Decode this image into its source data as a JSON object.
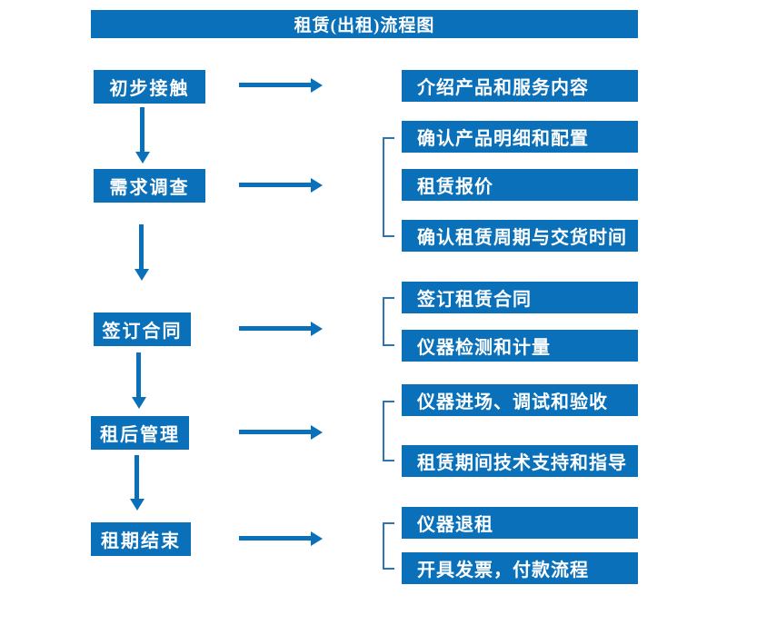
{
  "title": "租赁(出租)流程图",
  "colors": {
    "primary": "#0a70b9",
    "bracket_line": "#2e74b5",
    "text": "#ffffff",
    "background": "#ffffff"
  },
  "stages": [
    {
      "label": "初步接触",
      "outputs": [
        "介绍产品和服务内容"
      ]
    },
    {
      "label": "需求调查",
      "outputs": [
        "确认产品明细和配置",
        "租赁报价",
        "确认租赁周期与交货时间"
      ]
    },
    {
      "label": "签订合同",
      "outputs": [
        "签订租赁合同",
        "仪器检测和计量"
      ]
    },
    {
      "label": "租后管理",
      "outputs": [
        "仪器进场、调试和验收",
        "租赁期间技术支持和指导"
      ]
    },
    {
      "label": "租期结束",
      "outputs": [
        "仪器退租",
        "开具发票，付款流程"
      ]
    }
  ]
}
